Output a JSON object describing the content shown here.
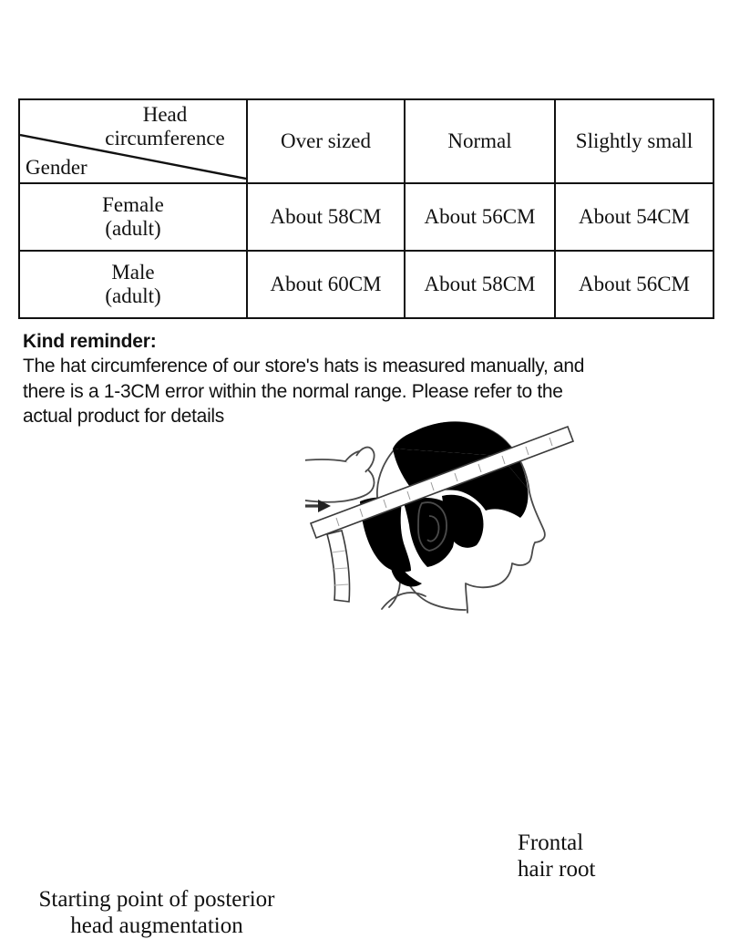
{
  "table": {
    "corner": {
      "row_header": "Head circumference",
      "row_header_line1": "Head",
      "row_header_line2": "circumference",
      "col_header": "Gender"
    },
    "columns": [
      "Over sized",
      "Normal",
      "Slightly small"
    ],
    "rows": [
      {
        "gender_line1": "Female",
        "gender_line2": "(adult)",
        "values": [
          "About 58CM",
          "About 56CM",
          "About 54CM"
        ]
      },
      {
        "gender_line1": "Male",
        "gender_line2": "(adult)",
        "values": [
          "About 60CM",
          "About 58CM",
          "About 56CM"
        ]
      }
    ]
  },
  "reminder": {
    "title": "Kind reminder:",
    "line1": "The hat circumference of our store's hats is measured manually, and",
    "line2": "there is a 1-3CM error within the normal range. Please refer to the",
    "line3": "actual product for details"
  },
  "diagram": {
    "frontal_label_line1": "Frontal",
    "frontal_label_line2": "hair root",
    "posterior_label_line1": "Starting point of posterior",
    "posterior_label_line2": "head augmentation"
  },
  "colors": {
    "ink": "#111111",
    "hair": "#000000",
    "line": "#3a3a3a",
    "background": "#ffffff"
  }
}
